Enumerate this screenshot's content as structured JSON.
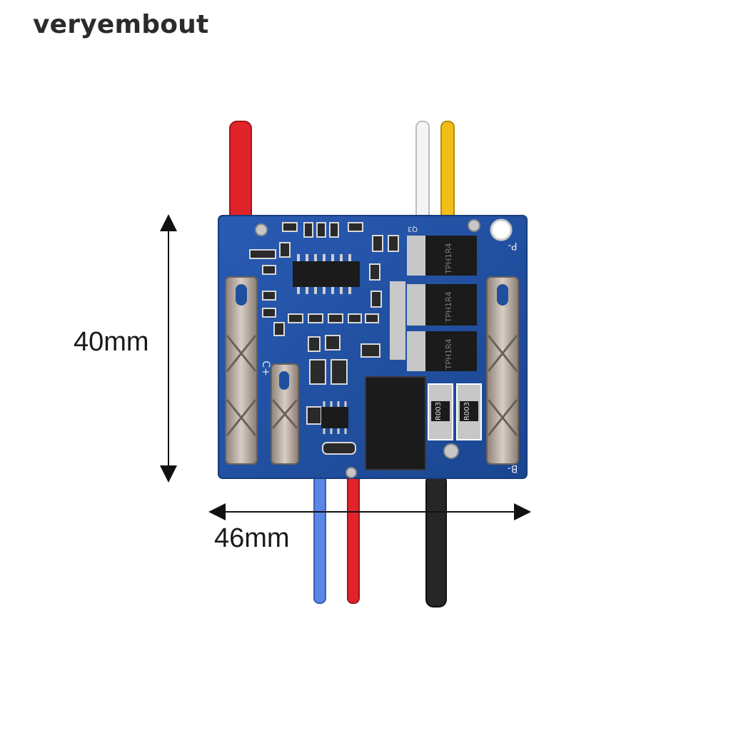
{
  "brand": {
    "text": "veryembout"
  },
  "dimensions": {
    "height": "40mm",
    "width": "46mm"
  },
  "board": {
    "labels": {
      "p_minus": "P-",
      "b_minus": "B-",
      "c_plus": "C+",
      "q3": "Q3"
    },
    "mosfet_text": "TPH1R4",
    "resistor_text": "R003"
  },
  "colors": {
    "pcb": "#1f4f9e",
    "wire_red": "#e0242a",
    "wire_white": "#f4f4f4",
    "wire_yellow": "#f2be1a",
    "wire_blue": "#5a86e6",
    "wire_black": "#262626",
    "arrow": "#111111"
  }
}
